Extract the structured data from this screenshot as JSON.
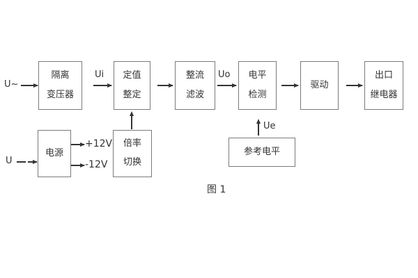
{
  "figure": {
    "caption": "图 1",
    "background_color": "#ffffff",
    "line_color": "#333333",
    "box_border_color": "#7a7a7a"
  },
  "inputs": {
    "ac_label": "U~",
    "dc_label": "U",
    "dc_suffix": "-"
  },
  "signals": {
    "ui": "Ui",
    "uo": "Uo",
    "ue": "Ue",
    "plus12v": "+12V",
    "minus12v": "-12V"
  },
  "blocks": {
    "isolation_transformer": {
      "line1": "隔离",
      "line2": "变压器"
    },
    "setpoint_adjust": {
      "line1": "定值",
      "line2": "整定"
    },
    "rectifier_filter": {
      "line1": "整流",
      "line2": "滤波"
    },
    "level_detect": {
      "line1": "电平",
      "line2": "检测"
    },
    "drive": {
      "label": "驱动"
    },
    "output_relay": {
      "line1": "出口",
      "line2": "继电器"
    },
    "power_supply": {
      "label": "电源"
    },
    "ratio_switch": {
      "line1": "倍率",
      "line2": "切换"
    },
    "reference_level": {
      "label": "参考电平"
    }
  }
}
